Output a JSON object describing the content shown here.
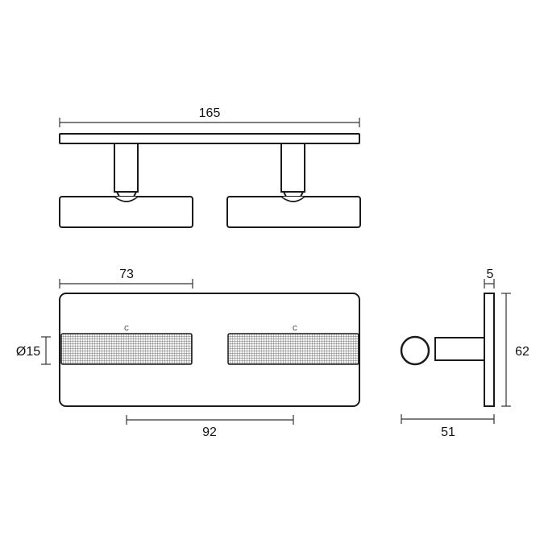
{
  "dimensions": {
    "overall_length": "165",
    "center_offset": "73",
    "diameter": "Ø15",
    "center_distance": "92",
    "plate_thickness": "5",
    "plate_height": "62",
    "projection": "51"
  },
  "marks": {
    "left_grip": "C",
    "right_grip": "C"
  },
  "colors": {
    "line": "#1a1a1a",
    "knurl": "#555555"
  }
}
